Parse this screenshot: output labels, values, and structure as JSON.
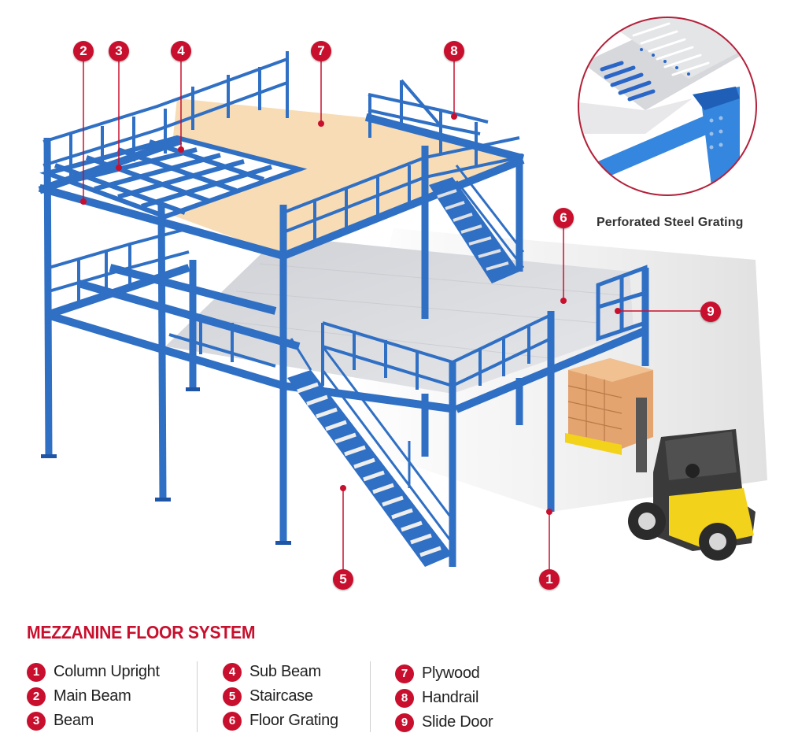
{
  "diagram": {
    "title": "MEZZANINE FLOOR SYSTEM",
    "inset_caption": "Perforated Steel Grating",
    "colors": {
      "steel": "#2f6fc4",
      "steel_dark": "#1f55a6",
      "plywood": "#f7dcb5",
      "grating": "#dfe0e3",
      "accent": "#c8102e",
      "forklift": "#f2d21b"
    },
    "markers": [
      {
        "num": "1",
        "label": "Column Upright"
      },
      {
        "num": "2",
        "label": "Main Beam"
      },
      {
        "num": "3",
        "label": "Beam"
      },
      {
        "num": "4",
        "label": "Sub Beam"
      },
      {
        "num": "5",
        "label": "Staircase"
      },
      {
        "num": "6",
        "label": "Floor Grating"
      },
      {
        "num": "7",
        "label": "Plywood"
      },
      {
        "num": "8",
        "label": "Handrail"
      },
      {
        "num": "9",
        "label": "Slide Door"
      }
    ]
  },
  "legend": {
    "columns": [
      [
        {
          "num": "1",
          "label": "Column Upright"
        },
        {
          "num": "2",
          "label": "Main Beam"
        },
        {
          "num": "3",
          "label": "Beam"
        }
      ],
      [
        {
          "num": "4",
          "label": "Sub Beam"
        },
        {
          "num": "5",
          "label": "Staircase"
        },
        {
          "num": "6",
          "label": "Floor Grating"
        }
      ],
      [
        {
          "num": "7",
          "label": "Plywood"
        },
        {
          "num": "8",
          "label": "Handrail"
        },
        {
          "num": "9",
          "label": "Slide Door"
        }
      ]
    ]
  }
}
